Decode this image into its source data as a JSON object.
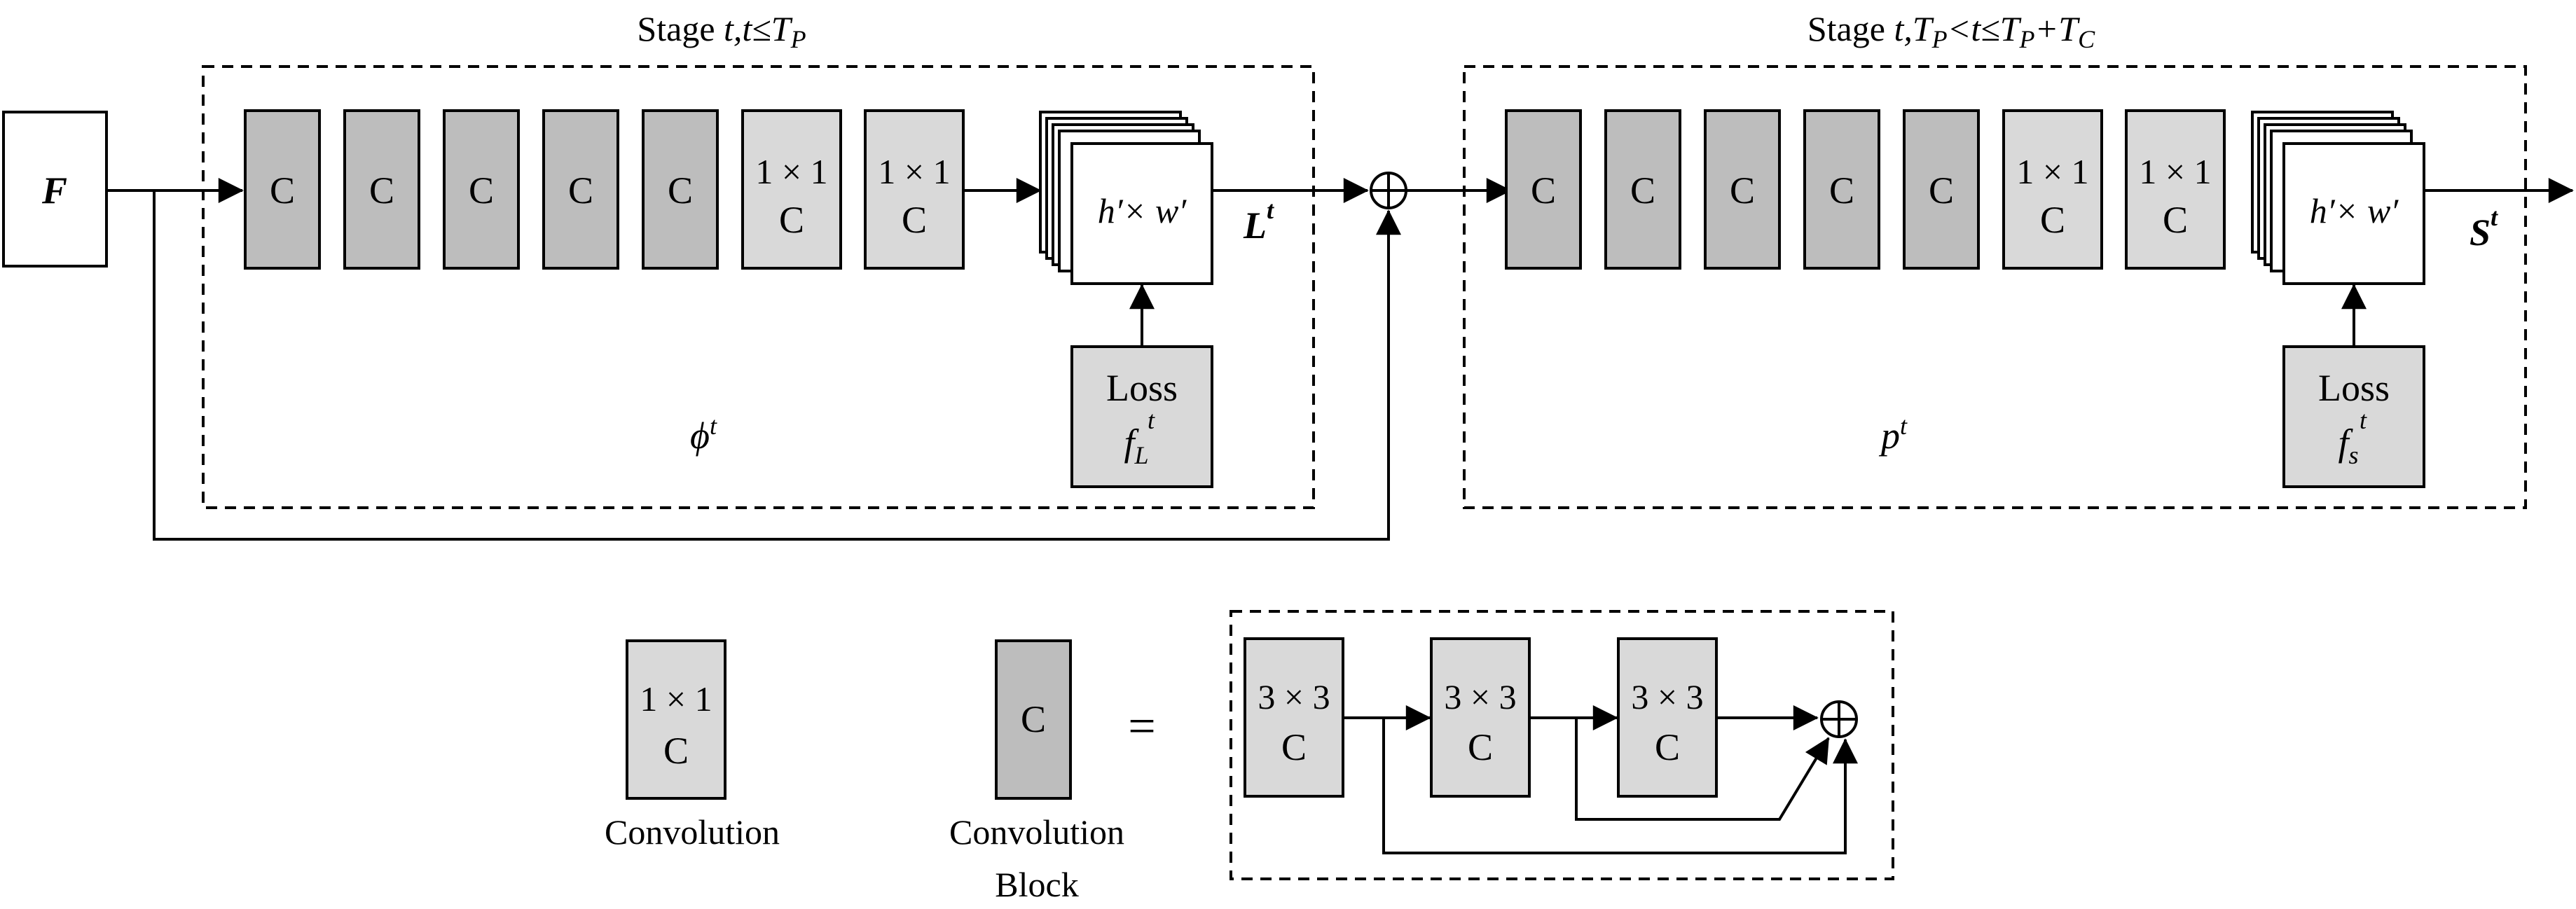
{
  "input_label": "F",
  "conv_label": "C",
  "onexone_top": "1 × 1",
  "onexone_bottom": "C",
  "threexthree_top": "3 × 3",
  "stage1": {
    "title_prefix": "Stage ",
    "title_rest": "t,t≤T",
    "title_sub": "P",
    "feature_map": "h′× w′",
    "output_label": "L",
    "output_sup": "t",
    "loss_label": "Loss",
    "loss_fn": "f",
    "loss_sub": "L",
    "loss_sup": "t",
    "function_label": "ϕ",
    "function_sup": "t"
  },
  "stage2": {
    "title_prefix": "Stage ",
    "title_t": "t,T",
    "title_sub1": "P",
    "title_mid": "<t≤T",
    "title_sub2": "P",
    "title_plus": "+T",
    "title_sub3": "C",
    "feature_map": "h′× w′",
    "output_label": "S",
    "output_sup": "t",
    "loss_label": "Loss",
    "loss_fn": "f",
    "loss_sub": "s",
    "loss_sup": "t",
    "function_label": "p",
    "function_sup": "t"
  },
  "legend": {
    "convolution": "Convolution",
    "convolution_block_line1": "Convolution",
    "convolution_block_line2": "Block",
    "equals": "="
  },
  "colors": {
    "dark_block": "#bdbdbd",
    "light_block": "#d9d9d9"
  }
}
